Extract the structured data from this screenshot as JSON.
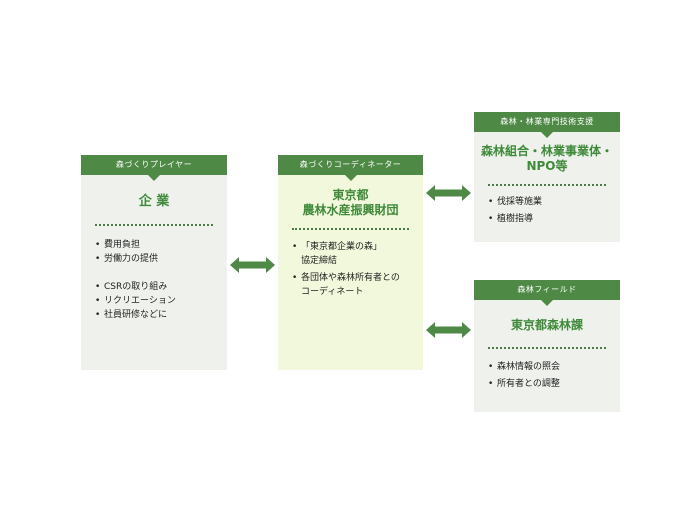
{
  "colors": {
    "header_green": "#4e8a45",
    "title_green": "#3f8a3a",
    "box_gray": "#eef1ec",
    "box_yellow": "#f2f8dc",
    "arrow_green": "#4e8a45"
  },
  "player": {
    "header": "森づくりプレイヤー",
    "title": "企 業",
    "items_a": [
      "費用負担",
      "労働力の提供"
    ],
    "items_b": [
      "CSRの取り組み",
      "リクリエーション",
      "社員研修などに"
    ]
  },
  "coordinator": {
    "header": "森づくりコーディネーター",
    "title_line1": "東京都",
    "title_line2": "農林水産振興財団",
    "items": [
      {
        "line1": "「東京都企業の森」",
        "line2": "協定締結"
      },
      {
        "line1": "各団体や森林所有者との",
        "line2": "コーディネート"
      }
    ]
  },
  "support": {
    "header": "森林・林業専門技術支援",
    "title_line1": "森林組合・林業事業体・",
    "title_line2": "NPO等",
    "items": [
      "伐採等施業",
      "植樹指導"
    ]
  },
  "field": {
    "header": "森林フィールド",
    "title": "東京都森林課",
    "items": [
      "森林情報の照会",
      "所有者との調整"
    ]
  },
  "arrows": [
    "double-arrow",
    "double-arrow",
    "double-arrow"
  ]
}
